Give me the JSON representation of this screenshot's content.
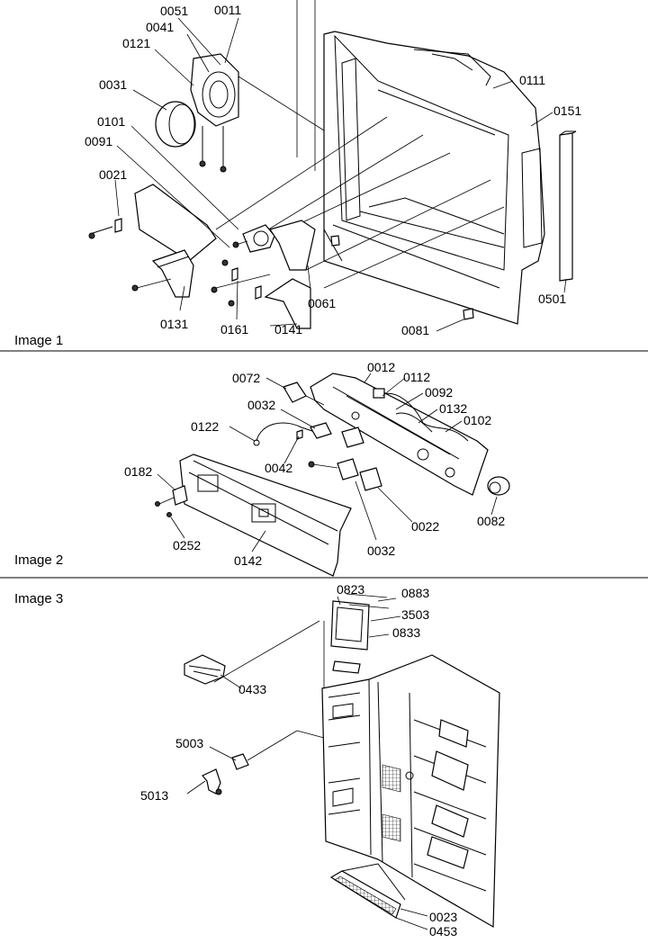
{
  "panels": [
    {
      "title": "Image 1",
      "callouts": [
        "0051",
        "0011",
        "0041",
        "0121",
        "0031",
        "0101",
        "0091",
        "0021",
        "0131",
        "0161",
        "0141",
        "0061",
        "0081",
        "0111",
        "0151",
        "0501"
      ]
    },
    {
      "title": "Image 2",
      "callouts": [
        "0072",
        "0012",
        "0112",
        "0032",
        "0092",
        "0132",
        "0122",
        "0102",
        "0042",
        "0182",
        "0022",
        "0082",
        "0252",
        "0032",
        "0142"
      ]
    },
    {
      "title": "Image 3",
      "callouts": [
        "0823",
        "0883",
        "3503",
        "0833",
        "0433",
        "5003",
        "5013",
        "0023",
        "0453"
      ]
    }
  ]
}
